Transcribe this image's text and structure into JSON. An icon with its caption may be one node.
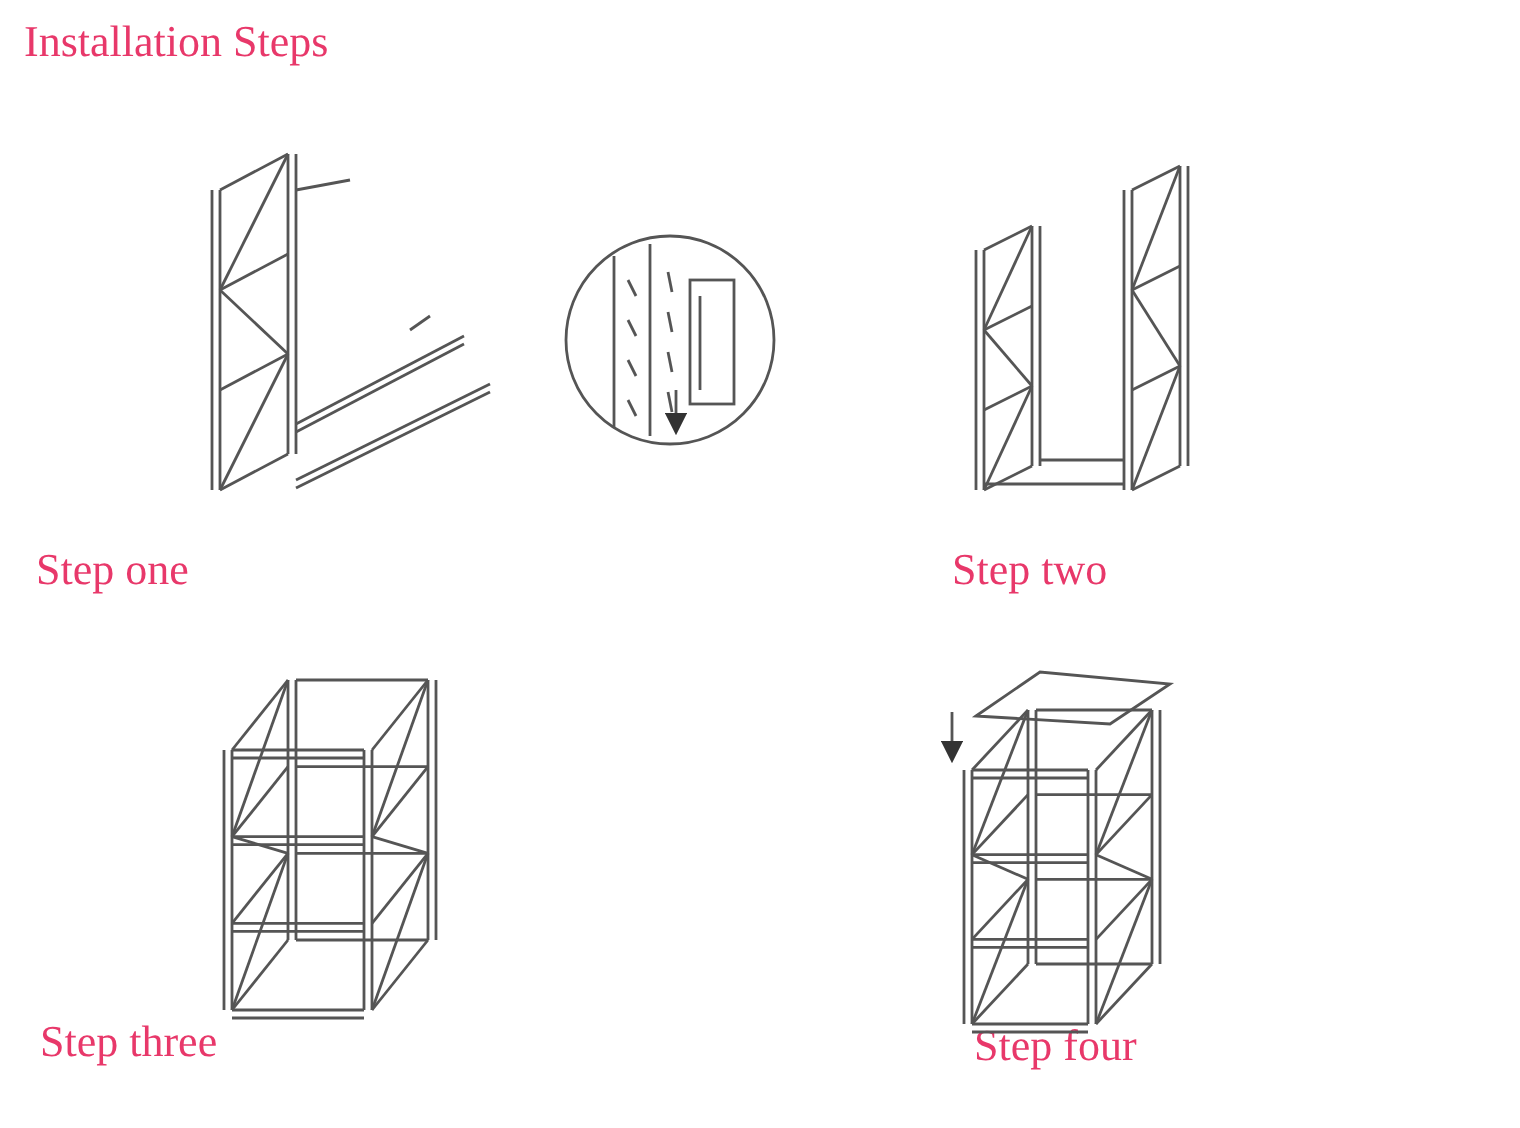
{
  "diagram": {
    "title": "Installation Steps",
    "labels": [
      "Step one",
      "Step two",
      "Step three",
      "Step four"
    ]
  }
}
